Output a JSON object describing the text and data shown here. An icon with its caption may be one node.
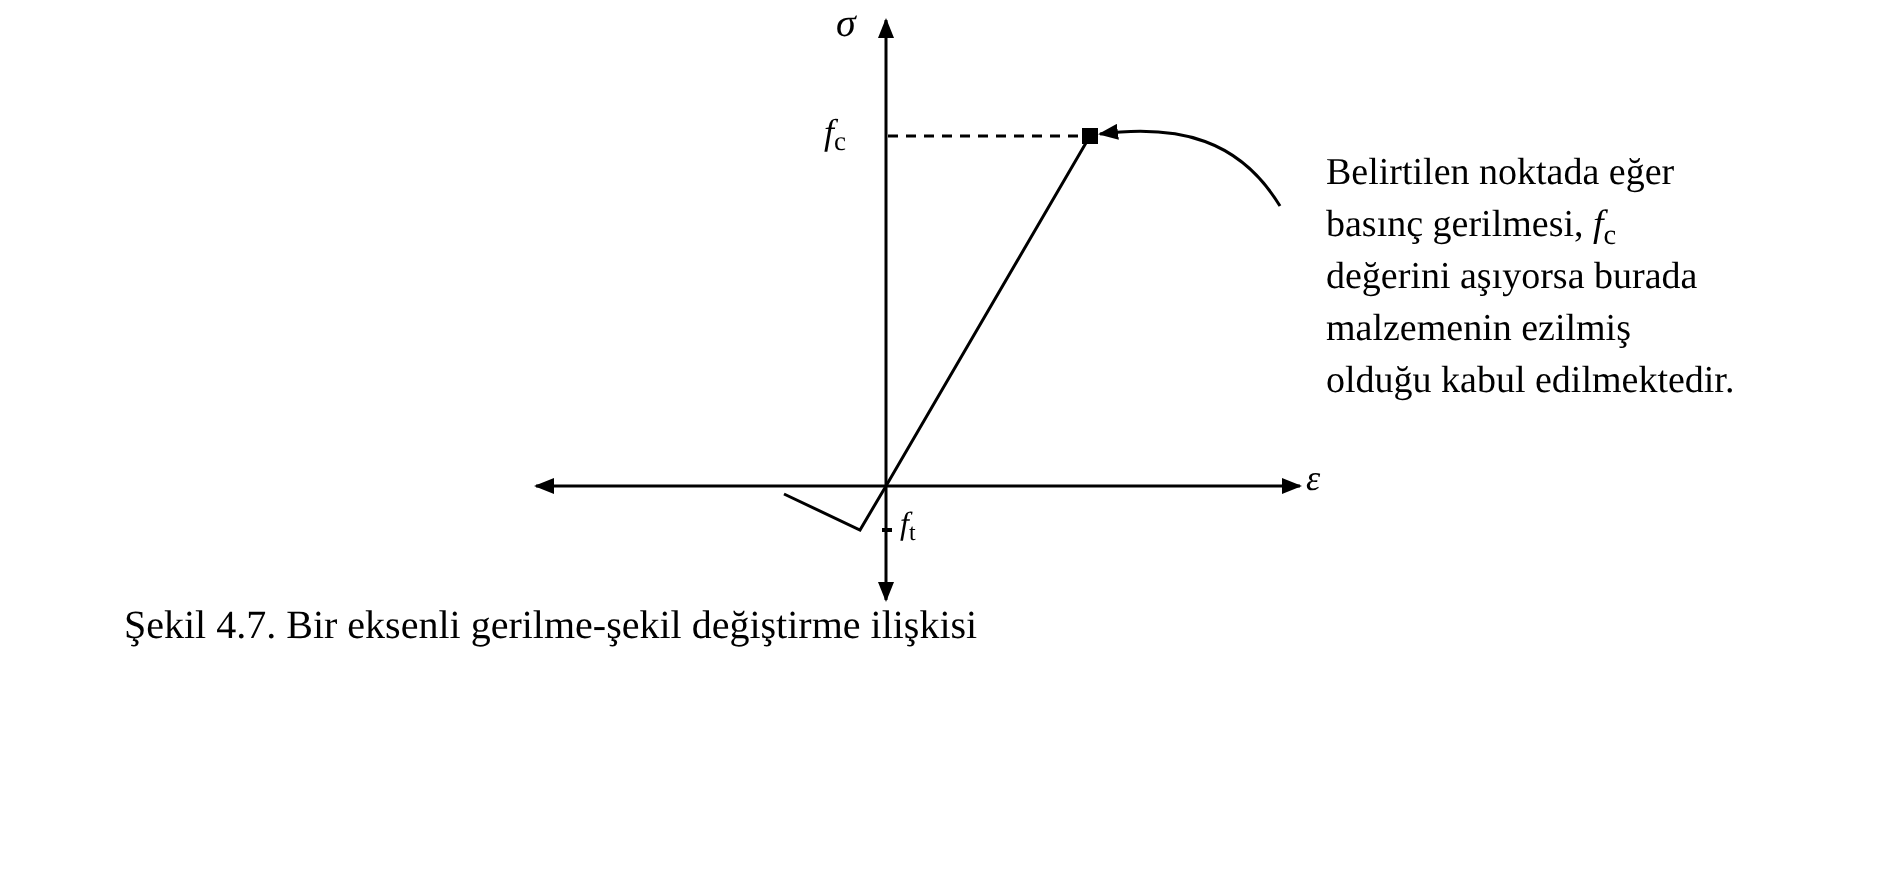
{
  "diagram": {
    "caption": "Şekil 4.7. Bir eksenli gerilme-şekil değiştirme ilişkisi",
    "nodes": [
      {
        "text": [
          "Belirtilen noktada eğer basınç gerilmesi, *f*$_{c}$ değerini aşıyorsa burada malzemenin ezilmiş olduğu kabul edilmektedir."
        ]
      },
      {
        "text": [],
        "shape": "box"
      }
    ],
    "edges": [
      {
        "from": 0,
        "to": 1,
        "arrow": "to"
      }
    ],
    "labels": [
      "σ",
      "*f*$_{c}$",
      "ε",
      "*f*$_{t}$"
    ]
  }
}
